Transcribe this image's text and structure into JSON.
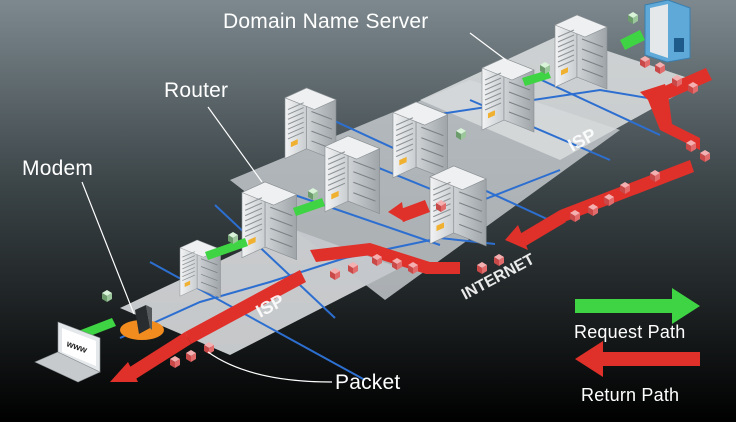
{
  "labels": {
    "dns": "Domain Name Server",
    "router": "Router",
    "modem": "Modem",
    "packet": "Packet",
    "isp_left": "ISP",
    "isp_right": "ISP",
    "internet": "INTERNET",
    "www": "www"
  },
  "legend": {
    "request": "Request Path",
    "return": "Return Path"
  },
  "colors": {
    "background_top": "#7a868c",
    "background_bottom": "#000000",
    "request_path": "#3fd443",
    "return_path": "#e0302a",
    "network_line": "#2d6fd0",
    "packet": "#e26b6b"
  }
}
